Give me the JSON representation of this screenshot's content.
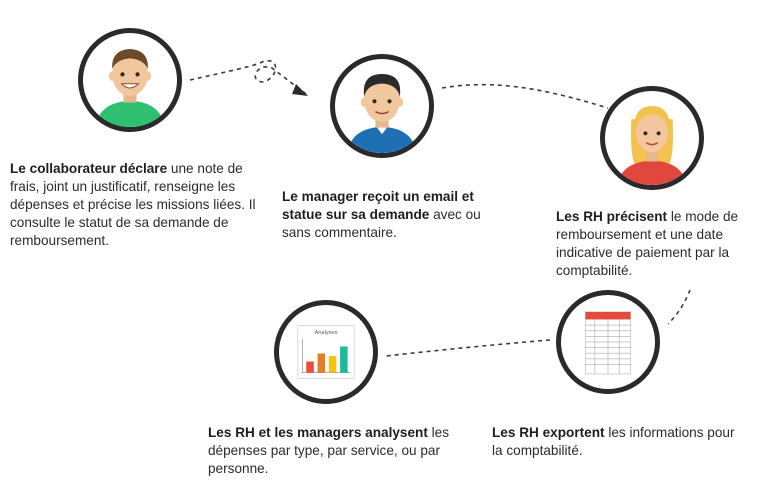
{
  "steps": [
    {
      "bold": "Le collaborateur déclare",
      "text": " une note de frais, joint un justificatif, renseigne les dépenses et précise les missions liées. Il consulte le statut de sa demande de remboursement."
    },
    {
      "bold": "Le manager reçoit un email et statue sur sa demande",
      "text": " avec ou sans commentaire."
    },
    {
      "bold": "Les RH précisent",
      "text": " le mode de remboursement et une date indicative de paiement par la comptabilité."
    },
    {
      "bold": "Les RH exportent",
      "text": " les informations pour la comptabilité."
    },
    {
      "bold": "Les RH et les managers analysent",
      "text": " les dépenses par type, par service, ou par personne."
    }
  ],
  "illustrations": {
    "analyses_title": "Analyses",
    "analyses_bars": [
      0.35,
      0.6,
      0.52,
      0.82
    ],
    "analyses_bar_colors": [
      "#e74c3c",
      "#e67e22",
      "#f1c40f",
      "#1abc9c"
    ]
  },
  "colors": {
    "ring": "#2a2a2a",
    "connector": "#3a3a3a",
    "shirt_green": "#2fbf71",
    "shirt_blue": "#1f6fb5",
    "shirt_red": "#e0483e",
    "skin": "#f2c79e",
    "hair_dark": "#3a2a1e",
    "hair_blond": "#f2c14e",
    "sheet_header": "#e14b3b"
  }
}
